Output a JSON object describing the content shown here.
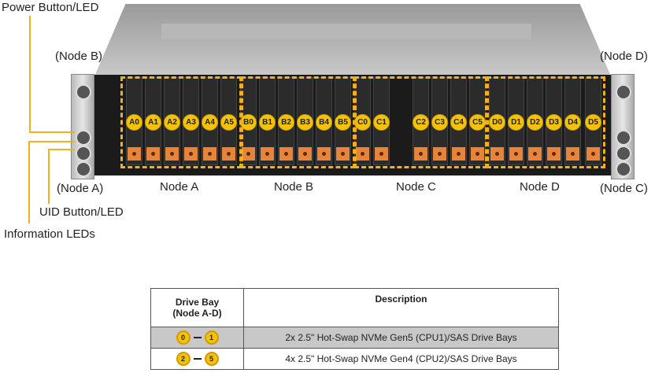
{
  "callouts": {
    "power": "Power Button/LED",
    "node_b": "(Node B)",
    "node_d": "(Node D)",
    "node_a": "(Node A)",
    "node_c": "(Node C)",
    "uid": "UID Button/LED",
    "info": "Information LEDs"
  },
  "nodes": [
    {
      "label": "Node A"
    },
    {
      "label": "Node B"
    },
    {
      "label": "Node C"
    },
    {
      "label": "Node D"
    }
  ],
  "bays": [
    "A0",
    "A1",
    "A2",
    "A3",
    "A4",
    "A5",
    "B0",
    "B1",
    "B2",
    "B3",
    "B4",
    "B5",
    "C0",
    "C1",
    "C2",
    "C3",
    "C4",
    "C5",
    "D0",
    "D1",
    "D2",
    "D3",
    "D4",
    "D5"
  ],
  "colors": {
    "accent": "#f0b020",
    "handle": "#e8843a"
  },
  "table": {
    "headers": [
      "Drive Bay\n(Node A-D)",
      "Description"
    ],
    "rows": [
      {
        "from": "0",
        "to": "1",
        "desc": "2x 2.5\" Hot-Swap NVMe Gen5 (CPU1)/SAS Drive Bays"
      },
      {
        "from": "2",
        "to": "5",
        "desc": "4x 2.5\" Hot-Swap NVMe Gen4 (CPU2)/SAS Drive Bays"
      }
    ]
  }
}
